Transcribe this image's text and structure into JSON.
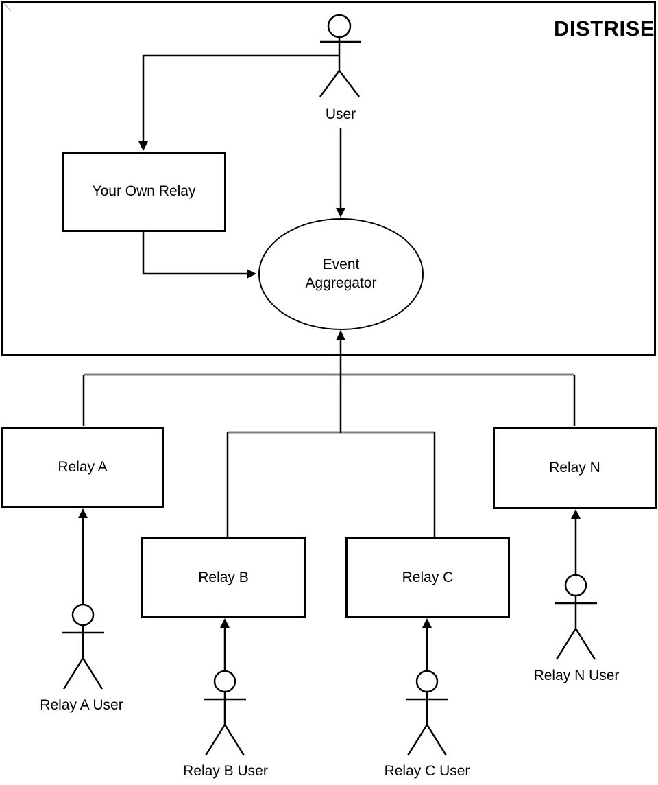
{
  "diagram": {
    "title": "DISTRISE",
    "nodes": {
      "your_own_relay": {
        "label": "Your Own Relay"
      },
      "event_aggregator": {
        "line1": "Event",
        "line2": "Aggregator"
      },
      "relay_a": {
        "label": "Relay A"
      },
      "relay_b": {
        "label": "Relay B"
      },
      "relay_c": {
        "label": "Relay C"
      },
      "relay_n": {
        "label": "Relay N"
      }
    },
    "actors": {
      "user": {
        "label": "User"
      },
      "relay_a_user": {
        "label": "Relay A User"
      },
      "relay_b_user": {
        "label": "Relay B User"
      },
      "relay_c_user": {
        "label": "Relay C User"
      },
      "relay_n_user": {
        "label": "Relay N User"
      }
    },
    "edges": [
      {
        "from": "User",
        "to": "Your Own Relay"
      },
      {
        "from": "User",
        "to": "Event Aggregator"
      },
      {
        "from": "Your Own Relay",
        "to": "Event Aggregator"
      },
      {
        "from": "Relay A",
        "to": "Event Aggregator"
      },
      {
        "from": "Relay B",
        "to": "Event Aggregator"
      },
      {
        "from": "Relay C",
        "to": "Event Aggregator"
      },
      {
        "from": "Relay N",
        "to": "Event Aggregator"
      },
      {
        "from": "Relay A User",
        "to": "Relay A"
      },
      {
        "from": "Relay B User",
        "to": "Relay B"
      },
      {
        "from": "Relay C User",
        "to": "Relay C"
      },
      {
        "from": "Relay N User",
        "to": "Relay N"
      }
    ],
    "colors": {
      "line": "#000000",
      "bus_line": "#808080",
      "background": "#ffffff",
      "text": "#000000"
    }
  }
}
